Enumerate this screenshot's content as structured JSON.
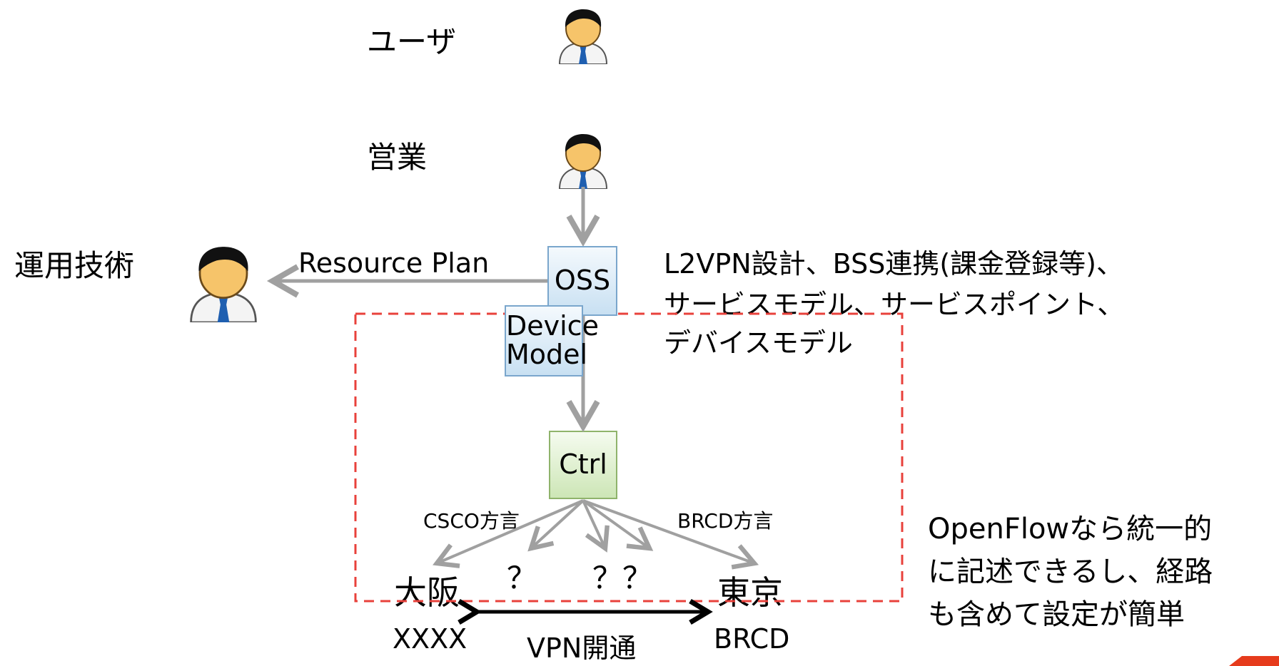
{
  "actors": {
    "user": "ユーザ",
    "sales": "営業",
    "ops": "運用技術"
  },
  "edges": {
    "resource_plan": "Resource Plan",
    "csco": "CSCO方言",
    "brcd": "BRCD方言",
    "vpn": "VPN開通"
  },
  "boxes": {
    "oss": "OSS",
    "device_model": "Device Model",
    "ctrl": "Ctrl"
  },
  "nodes": {
    "osaka": "大阪",
    "osaka_vendor": "XXXX",
    "tokyo": "東京",
    "tokyo_vendor": "BRCD",
    "q1": "？",
    "q2": "？？"
  },
  "notes": {
    "oss_line1": "L2VPN設計、BSS連携(課金登録等)、",
    "oss_line2": "サービスモデル、サービスポイント、",
    "oss_line3": "デバイスモデル",
    "of_line1": "OpenFlowなら統一的",
    "of_line2": "に記述できるし、経路",
    "of_line3": "も含めて設定が簡単"
  },
  "colors": {
    "gray_arrow": "#a0a0a0",
    "dash_box": "#e8413b",
    "oss_box": "#c8e0f2",
    "ctrl_box": "#cde6b6",
    "accent_corner": "#e63b1c"
  }
}
